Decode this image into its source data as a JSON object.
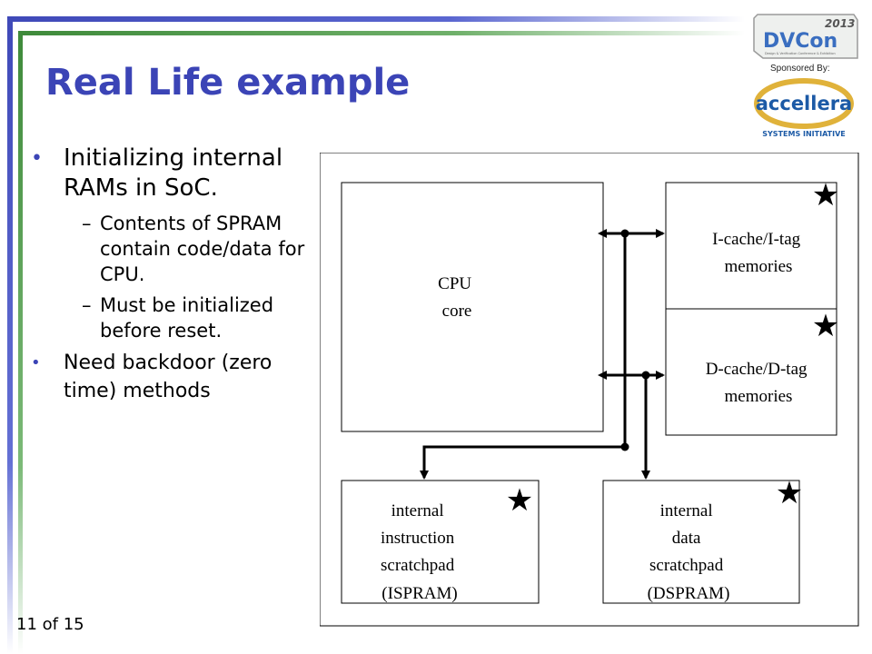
{
  "slide": {
    "title": "Real Life example",
    "page_indicator": "11 of 15"
  },
  "bullets": {
    "main1": "Initializing internal RAMs in SoC.",
    "sub1": "Contents of SPRAM contain code/data for CPU.",
    "sub2": "Must be initialized before reset.",
    "main2": "Need backdoor (zero time) methods"
  },
  "logos": {
    "dvcon_year": "2013",
    "dvcon_name": "DVCon",
    "dvcon_tagline": "Design & Verification Conference & Exhibition",
    "sponsored_by": "Sponsored By:",
    "accellera_name": "accellera",
    "accellera_tagline": "SYSTEMS INITIATIVE"
  },
  "diagram": {
    "cpu": [
      "CPU",
      "core"
    ],
    "icache": [
      "I-cache/I-tag",
      "memories"
    ],
    "dcache": [
      "D-cache/D-tag",
      "memories"
    ],
    "ispram": [
      "internal",
      "instruction",
      "scratchpad",
      "(ISPRAM)"
    ],
    "dspram": [
      "internal",
      "data",
      "scratchpad",
      "(DSPRAM)"
    ],
    "star_glyph": "★"
  },
  "colors": {
    "title_blue": "#3b44b6",
    "frame_blue": "#3f49b8",
    "frame_green": "#3e8a3a"
  }
}
